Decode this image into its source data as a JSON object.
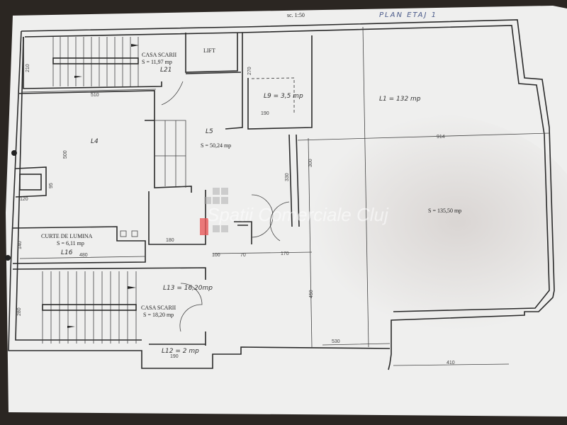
{
  "header": {
    "scale": "sc. 1:50",
    "title": "PLAN ETAJ 1"
  },
  "rooms": {
    "stair_top": {
      "name": "CASA SCARII",
      "area": "S = 11,97 mp",
      "code": "L21"
    },
    "lift": {
      "name": "LIFT"
    },
    "l9": {
      "label": "L9 = 3,5 mp"
    },
    "l4": {
      "code": "L4"
    },
    "l5": {
      "code": "L5",
      "area": "S = 50,24 mp"
    },
    "l1": {
      "label": "L1 = 132 mp",
      "area": "S = 135,50 mp"
    },
    "courtyard": {
      "name": "CURTE DE LUMINA",
      "area": "S = 6,11 mp",
      "code": "L16"
    },
    "stair_bottom": {
      "name": "CASA SCARII",
      "area": "S = 18,20 mp",
      "label": "L13 = 16,20mp"
    },
    "l12": {
      "label": "L12 = 2 mp"
    }
  },
  "dimensions": {
    "d210": "210",
    "d510": "510",
    "d500": "500",
    "d95": "95",
    "d120": "120",
    "d270": "270",
    "d190": "190",
    "d330": "330",
    "d300": "300",
    "d914": "914",
    "d140": "140",
    "d480": "480",
    "d180": "180",
    "d100": "100",
    "d70": "70",
    "d170": "170",
    "d280": "280",
    "d190b": "190",
    "d450": "450",
    "d530": "530",
    "d410": "410"
  },
  "watermark": "Spatii Comerciale Cluj"
}
